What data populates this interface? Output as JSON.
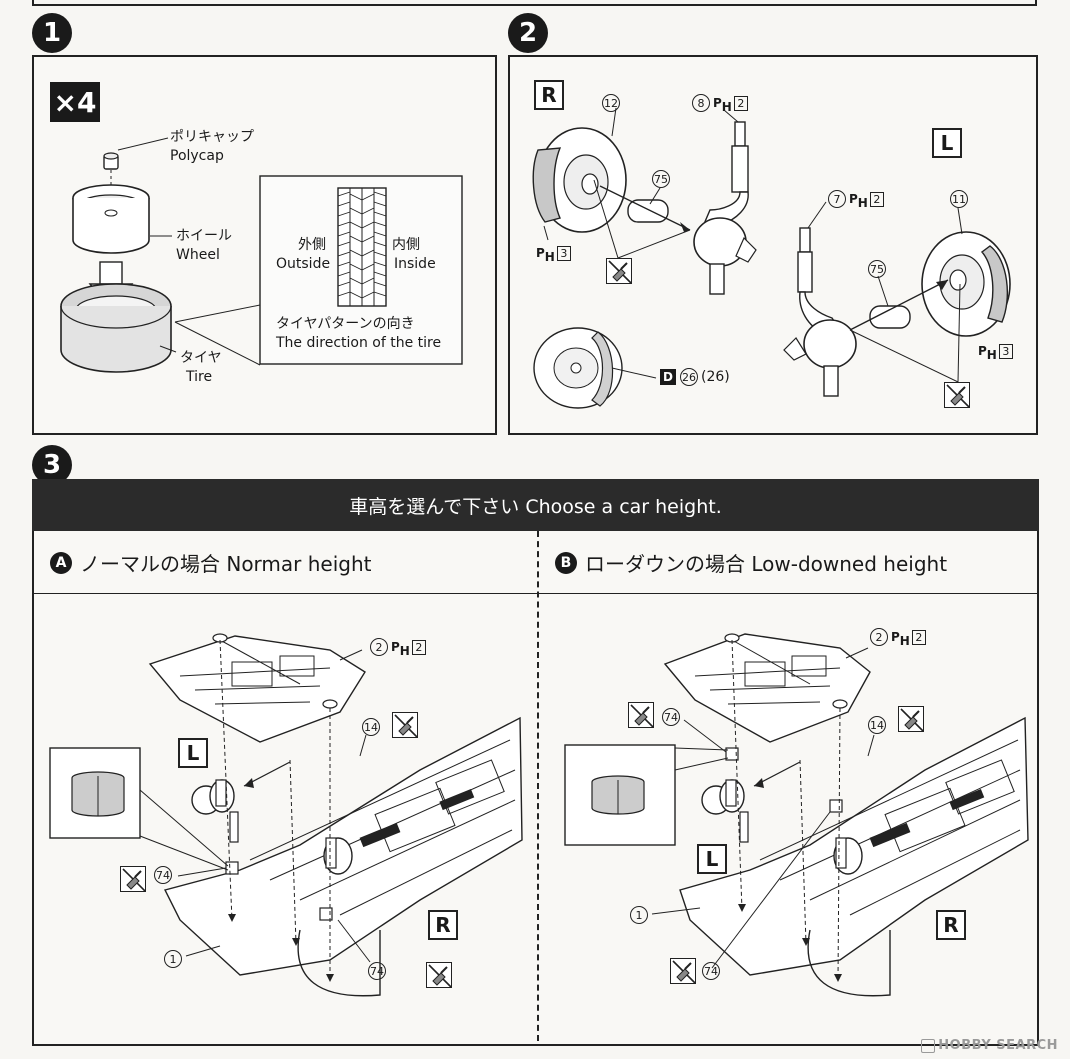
{
  "steps": {
    "step1": "1",
    "step2": "2",
    "step3": "3"
  },
  "panel1": {
    "quantity": "×4",
    "polycap_jp": "ポリキャップ",
    "polycap_en": "Polycap",
    "wheel_jp": "ホイール",
    "wheel_en": "Wheel",
    "tire_jp": "タイヤ",
    "tire_en": "Tire",
    "outside_jp": "外側",
    "outside_en": "Outside",
    "inside_jp": "内側",
    "inside_en": "Inside",
    "direction_jp": "タイヤパターンの向き",
    "direction_en": "The direction of the tire"
  },
  "panel2": {
    "right_label": "R",
    "left_label": "L",
    "part_12": "12",
    "part_8": "8",
    "part_75a": "75",
    "part_75b": "75",
    "part_7": "7",
    "part_11": "11",
    "part_26": "26",
    "part_26_paren": "(26)",
    "ph_prefix": "P",
    "ph_sub": "H",
    "ph_2a": "2",
    "ph_2b": "2",
    "ph_3a": "3",
    "ph_3b": "3",
    "d_label": "D"
  },
  "section3": {
    "banner": "車高を選んで下さい Choose a car height.",
    "option_a_badge": "A",
    "option_a_label": "ノーマルの場合 Normar height",
    "option_b_badge": "B",
    "option_b_label": "ローダウンの場合 Low-downed height",
    "a": {
      "part_2": "2",
      "ph_2": "2",
      "part_14": "14",
      "part_74a": "74",
      "part_74b": "74",
      "part_1": "1",
      "left_label": "L",
      "right_label": "R"
    },
    "b": {
      "part_2": "2",
      "ph_2": "2",
      "part_14": "14",
      "part_74a": "74",
      "part_74b": "74",
      "part_1": "1",
      "left_label": "L",
      "right_label": "R"
    }
  },
  "watermark": "HOBBY SEARCH",
  "colors": {
    "ink": "#1a1a1a",
    "banner": "#2b2b2b",
    "paper": "#f7f6f3",
    "tire_gray": "#d0d0d0",
    "watermark": "#9a9a9a"
  }
}
